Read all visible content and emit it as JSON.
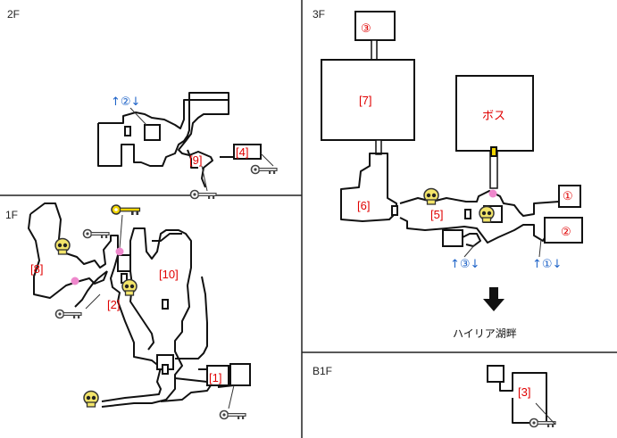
{
  "floors": {
    "f2": "2F",
    "f3": "3F",
    "f1": "1F",
    "b1": "B1F"
  },
  "rooms": {
    "r1": "[1]",
    "r2": "[2]",
    "r3": "[3]",
    "r4": "[4]",
    "r5": "[5]",
    "r6": "[6]",
    "r7": "[7]",
    "r8": "[8]",
    "r9": "[9]",
    "r10": "[10]",
    "boss": "ボス",
    "c1": "①",
    "c2": "②",
    "c3": "③"
  },
  "stairs": {
    "s2": "↑②↓",
    "s1": "↑①↓",
    "s3": "↑③↓"
  },
  "destination": "ハイリア湖畔",
  "colors": {
    "room_label": "#e00000",
    "stair_label": "#1e63c8",
    "skull": "#f3e56a",
    "gold_key": "#f0d400",
    "pink_marker": "#ee88cc"
  },
  "icons": [
    "skull-icon",
    "key-icon",
    "gold-key-icon",
    "door-icon",
    "pink-marker-icon",
    "down-arrow-icon"
  ]
}
